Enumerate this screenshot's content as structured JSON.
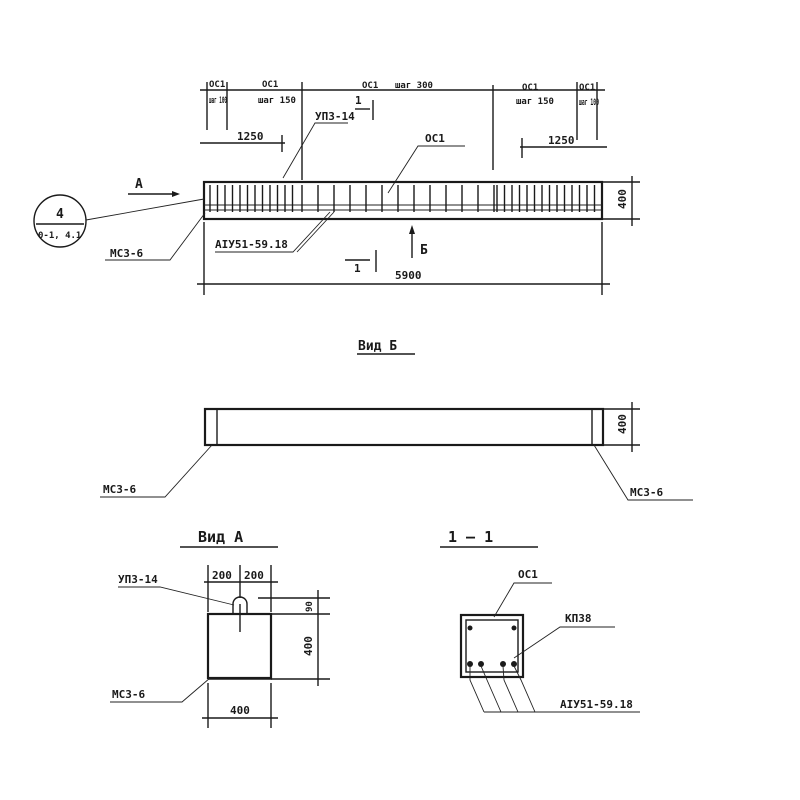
{
  "elevation": {
    "spacing_labels": [
      {
        "bar": "ОС1",
        "step": "шаг 100"
      },
      {
        "bar": "ОС1",
        "step": "шаг 150"
      },
      {
        "bar": "ОС1",
        "step": "шаг 300"
      },
      {
        "bar": "ОС1",
        "step": "шаг 150"
      },
      {
        "bar": "ОС1",
        "step": "шаг 100"
      }
    ],
    "end_zone_left": "1250",
    "end_zone_right": "1250",
    "lifting_loop": "УП3-14",
    "stirrup_label": "ОС1",
    "view_a_arrow": "А",
    "section_mark": "1",
    "view_b_arrow": "Б",
    "plate_label": "МС3-6",
    "rebar_label": "АIУ51-59.18",
    "length": "5900",
    "height": "400",
    "callout": {
      "number": "4",
      "sheet": "0-1, 4.1"
    }
  },
  "view_b": {
    "title": "Вид Б",
    "height": "400",
    "plate_left": "МС3-6",
    "plate_right": "МС3-6"
  },
  "view_a": {
    "title": "Вид А",
    "loop_label": "УП3-14",
    "dim_left": "200",
    "dim_right": "200",
    "dim_loop": "90",
    "height": "400",
    "width": "400",
    "plate_label": "МС3-6"
  },
  "section_1_1": {
    "title": "1 — 1",
    "stirrup_label": "ОС1",
    "frame_label": "КП38",
    "rebar_label": "АIУ51-59.18"
  }
}
